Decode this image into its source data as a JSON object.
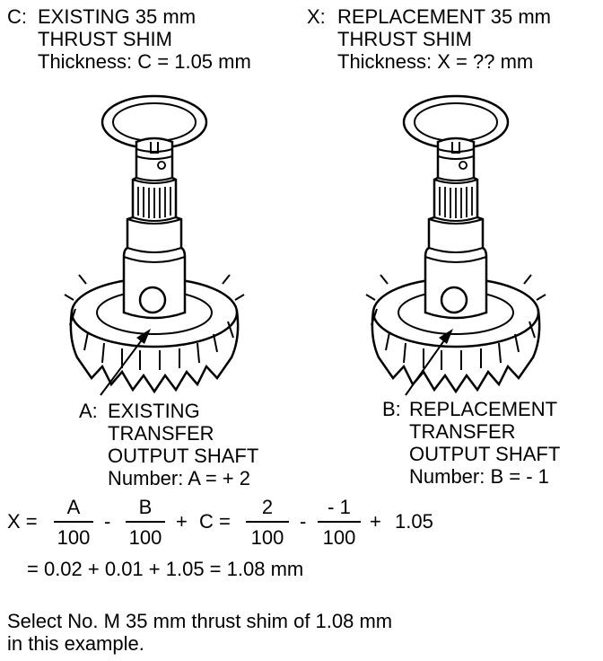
{
  "label_c": {
    "letter": "C:",
    "lines": [
      "EXISTING 35 mm",
      "THRUST SHIM",
      "Thickness: C = 1.05 mm"
    ]
  },
  "label_x": {
    "letter": "X:",
    "lines": [
      "REPLACEMENT 35 mm",
      "THRUST SHIM",
      "Thickness: X = ?? mm"
    ]
  },
  "label_a": {
    "letter": "A:",
    "lines": [
      "EXISTING",
      "TRANSFER",
      "OUTPUT SHAFT",
      "Number: A =  + 2"
    ]
  },
  "label_b": {
    "letter": "B:",
    "lines": [
      "REPLACEMENT",
      "TRANSFER",
      "OUTPUT SHAFT",
      "Number: B =  -  1"
    ]
  },
  "formula": {
    "lhs": "X =",
    "frac1_num": "A",
    "frac1_den": "100",
    "op1": "-",
    "frac2_num": "B",
    "frac2_den": "100",
    "op2": "+",
    "mid": "C =",
    "frac3_num": "2",
    "frac3_den": "100",
    "op3": "-",
    "frac4_num": "- 1",
    "frac4_den": "100",
    "op4": "+",
    "c_value": "1.05",
    "result_line": "= 0.02  +  0.01  +  1.05 = 1.08 mm"
  },
  "note": [
    "Select No. M 35 mm thrust shim of 1.08 mm",
    "in this example."
  ]
}
